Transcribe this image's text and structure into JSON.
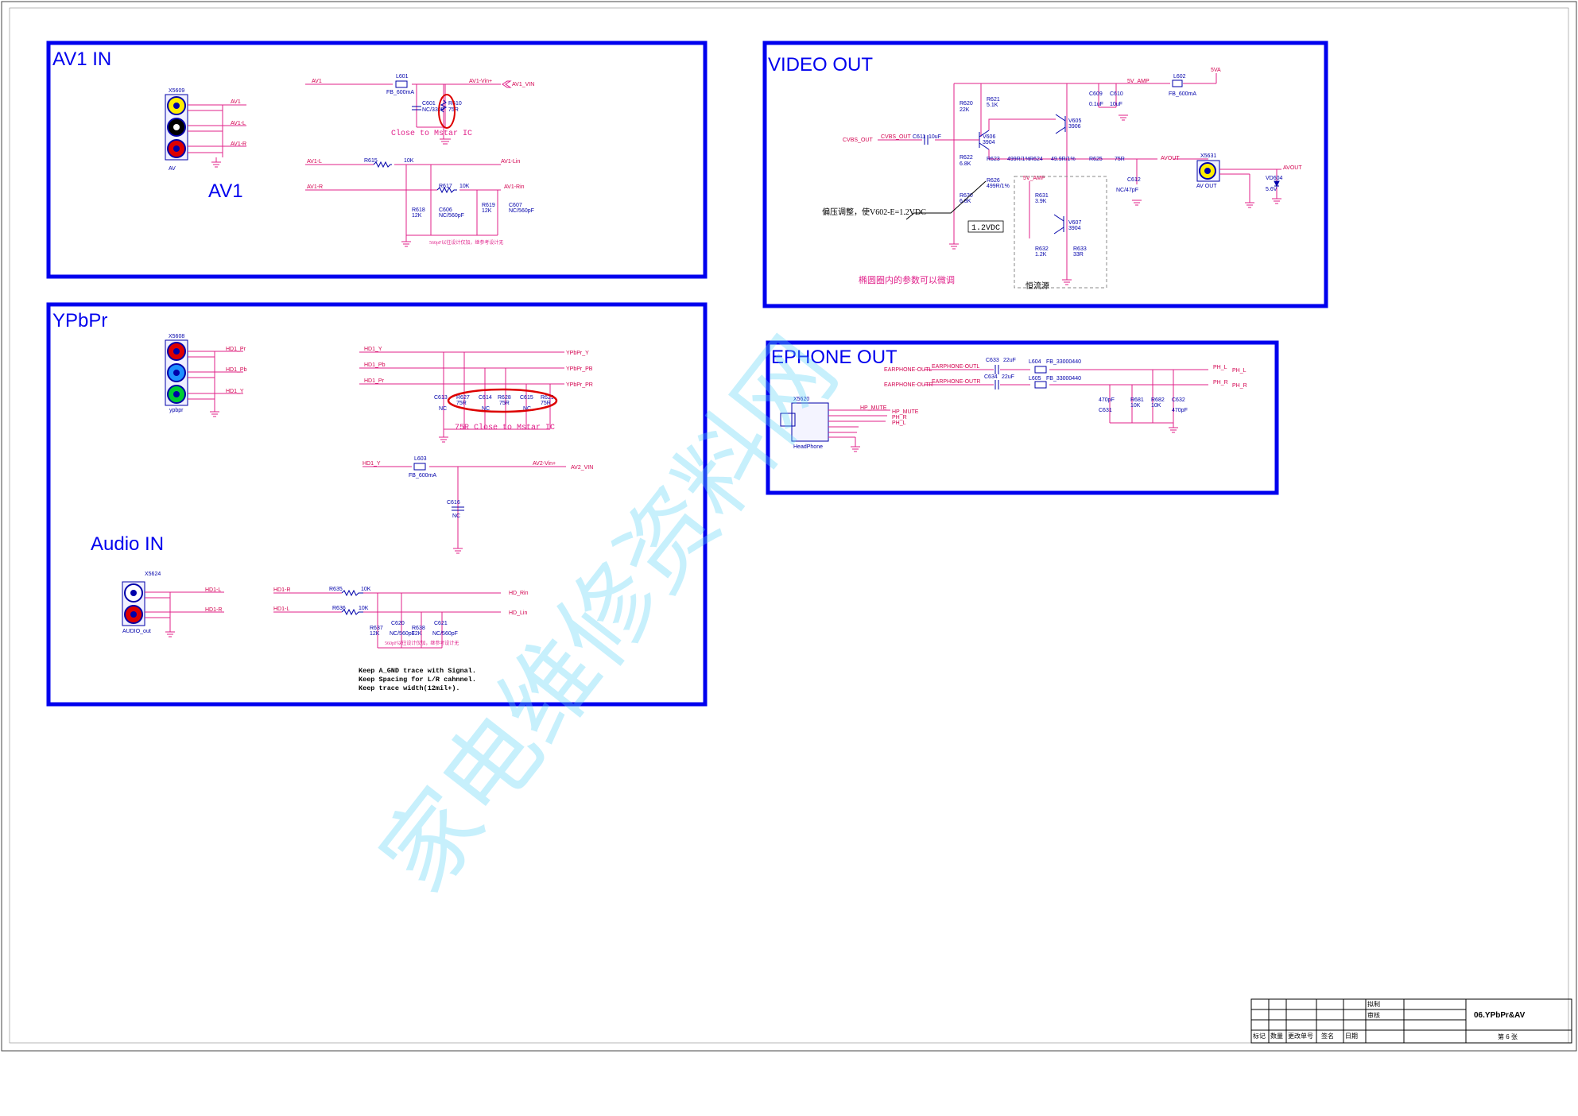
{
  "sections": {
    "av1_in": "AV1 IN",
    "av1_label": "AV1",
    "ypbpr": "YPbPr",
    "audio_in": "Audio IN",
    "video_out": "VIDEO OUT",
    "ephone_out": "EPHONE OUT"
  },
  "av1": {
    "connector_ref": "X5609",
    "connector_name": "AV",
    "nets": [
      "AV1",
      "AV1-L",
      "AV1-R"
    ],
    "l601_ref": "L601",
    "l601_val": "FB_600mA",
    "net_vin": "AV1-Vin+",
    "port_vin": "AV1_VIN",
    "c601_ref": "C601",
    "c601_val": "NC/330P",
    "r610_ref": "R610",
    "r610_val": "75R",
    "close_note": "Close to Mstar IC",
    "net_avl": "AV1-L",
    "net_avr": "AV1-R",
    "r615": "R615",
    "r615_val": "10K",
    "r617": "R617",
    "r617_val": "10K",
    "port_lin": "AV1-Lin",
    "port_rin": "AV1-Rin",
    "r618": "R618",
    "r618_val": "12K",
    "c606": "C606",
    "c606_val": "NC/560pF",
    "r619": "R619",
    "r619_val": "12K",
    "c607": "C607",
    "c607_val": "NC/560pF",
    "cap_note": "560pF以往设计仅加，继参考设计无"
  },
  "ypbpr": {
    "connector_ref": "X5608",
    "connector_name": "ypbpr",
    "nets": [
      "HD1_Pr",
      "HD1_Pb",
      "HD1_Y"
    ],
    "net_y": "HD1_Y",
    "net_pb": "HD1_Pb",
    "net_pr": "HD1_Pr",
    "port_y": "YPbPr_Y",
    "port_pb": "YPbPr_PB",
    "port_pr": "YPbPr_PR",
    "parts": [
      "C613",
      "R627",
      "C614",
      "R628",
      "C615",
      "R629"
    ],
    "part_vals": [
      "NC",
      "75R",
      "NC",
      "75R",
      "NC",
      "75R"
    ],
    "note": "75R Close to Mstar IC",
    "l603": "L603",
    "l603_val": "FB_600mA",
    "net_hd1y": "HD1_Y",
    "net_av2": "AV2-Vin+",
    "port_av2": "AV2_VIN",
    "c616": "C616",
    "c616_val": "NC"
  },
  "audio": {
    "connector_ref": "X5624",
    "connector_name": "AUDIO_out",
    "nets": [
      "HD1-L",
      "HD1-R"
    ],
    "net_r": "HD1-R",
    "net_l": "HD1-L",
    "r635": "R635",
    "r635_val": "10K",
    "r636": "R636",
    "r636_val": "10K",
    "port_rin": "HD_Rin",
    "port_lin": "HD_Lin",
    "parts": [
      "R637",
      "C620",
      "R638",
      "C621"
    ],
    "part_vals": [
      "12K",
      "NC/560pF",
      "12K",
      "NC/560pF"
    ],
    "cap_note": "560pF以往设计仅加，继参考设计无",
    "notes": [
      "Keep A_GND trace with Signal.",
      "Keep Spacing for L/R cahnnel.",
      "Keep trace width(12mil+)."
    ]
  },
  "video": {
    "r620": "R620",
    "r620_val": "22K",
    "r621": "R621",
    "r621_val": "5.1K",
    "c609": "C609",
    "c609_val": "0.1uF",
    "c610": "C610",
    "c610_val": "10uF",
    "net_5vamp": "5V_AMP",
    "l602": "L602",
    "l602_val": "FB_600mA",
    "net_5va": "5VA",
    "v605": "V605",
    "v605_val": "3906",
    "v606": "V606",
    "v606_val": "3904",
    "cvbs_in": "CVBS_OUT",
    "cvbs_net": "CVBS_OUT",
    "c611": "C611",
    "c611_val": "10uF",
    "r622": "R622",
    "r622_val": "6.8K",
    "r623": "R623",
    "r623_val": "499R/1%",
    "r624": "R624",
    "r624_val": "49.9R/1%",
    "r625": "R625",
    "r625_val": "75R",
    "net_avout": "AVOUT",
    "r626": "R626",
    "r626_val": "499R/1%",
    "net_5vamp2": "5V_AMP",
    "r631": "R631",
    "r631_val": "3.9K",
    "c612": "C612",
    "c612_val": "NC/47pF",
    "r630": "R630",
    "r630_val": "6.8K",
    "v607": "V607",
    "v607_val": "3904",
    "r632": "R632",
    "r632_val": "1.2K",
    "r633": "R633",
    "r633_val": "33R",
    "bias_note": "偏压调整，使V602-E=1.2VDC",
    "vdc_note": "1.2VDC",
    "ellipse_note": "椭圆圈内的参数可以微调",
    "cc_note": "恒流源",
    "x5631": "X5631",
    "avout_name": "AV OUT",
    "net_avout2": "AVOUT",
    "vd": "VD604",
    "vd_val": "5.6V"
  },
  "ephone": {
    "c633": "C633",
    "c633_val": "22uF",
    "c634": "C634",
    "c634_val": "22uF",
    "l604": "L604",
    "l604_val": "FB_33000440",
    "l605": "L605",
    "l605_val": "FB_33000440",
    "in_l": "EARPHONE-OUTL",
    "in_r": "EARPHONE-OUTR",
    "net_l": "EARPHONE-OUTL",
    "net_r": "EARPHONE-OUTR",
    "ph_l": "PH_L",
    "ph_r": "PH_R",
    "port_l": "PH_L",
    "port_r": "PH_R",
    "x5620": "X5620",
    "hp_name": "HeadPhone",
    "hp_mute": "HP_MUTE",
    "hp_ports": [
      "HP_MUTE",
      "PH_R",
      "PH_L"
    ],
    "c631": "C631",
    "c631_val": "470pF",
    "r681": "R681",
    "r681_val": "10K",
    "r682": "R682",
    "r682_val": "10K",
    "c632": "C632",
    "c632_val": "470pF"
  },
  "title_block": {
    "drawn": "拟制",
    "checked": "审核",
    "doc_title": "06.YPbPr&AV",
    "sheet": "第 6 张",
    "cols": [
      "标记",
      "数量",
      "更改单号",
      "签名",
      "日期"
    ]
  },
  "watermark": "家电维修资料网",
  "colors": {
    "border": "#0000ee",
    "wire": "#e0208a",
    "net": "#d2004e",
    "part": "#0000aa",
    "highlight": "#dd0000",
    "watermark": "#5fd4f5"
  }
}
